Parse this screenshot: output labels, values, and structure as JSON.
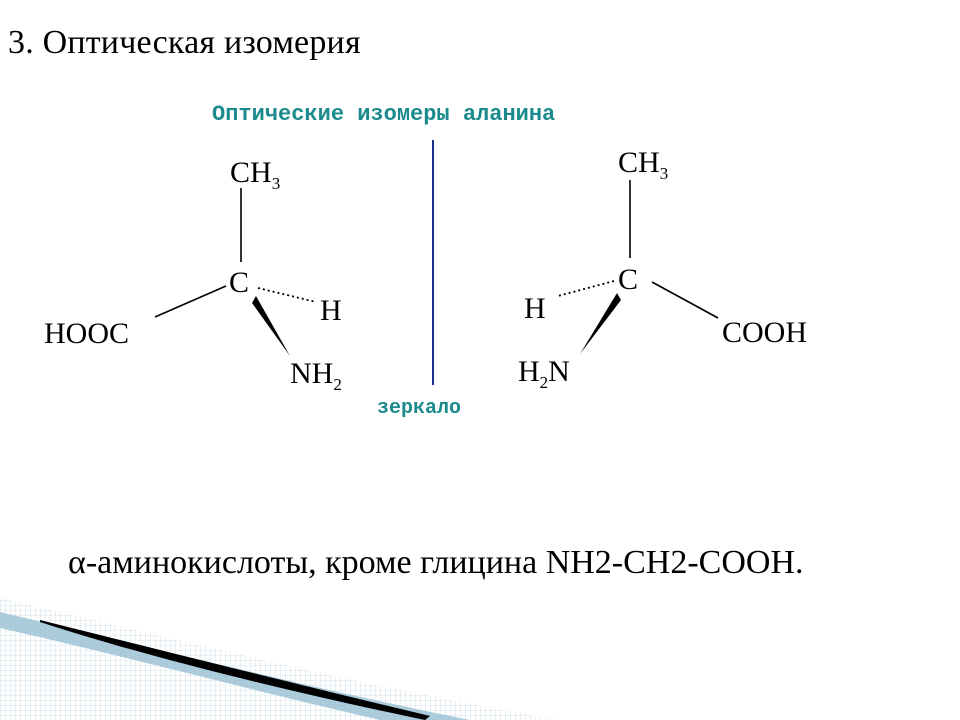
{
  "slide": {
    "title": "3. Оптическая изомерия"
  },
  "diagram": {
    "caption": "Оптические изомеры аланина",
    "mirror_label": "зеркало",
    "colors": {
      "caption": "#1a8a8c",
      "mirror_line": "#1f2f8f",
      "bonds": "#000000"
    },
    "left_isomer": {
      "top_group": "CH",
      "top_group_sub": "3",
      "center": "C",
      "left_group": "HOOC",
      "right_group": "H",
      "bottom_group": "NH",
      "bottom_group_sub": "2"
    },
    "right_isomer": {
      "top_group": "CH",
      "top_group_sub": "3",
      "center": "C",
      "left_group": "H",
      "right_group": "COOH",
      "bottom_group_prefix": "H",
      "bottom_group_sub": "2",
      "bottom_group_suffix": "N"
    }
  },
  "body": {
    "text": "α-аминокислоты, кроме глицина NH2-CH2-COOH."
  }
}
